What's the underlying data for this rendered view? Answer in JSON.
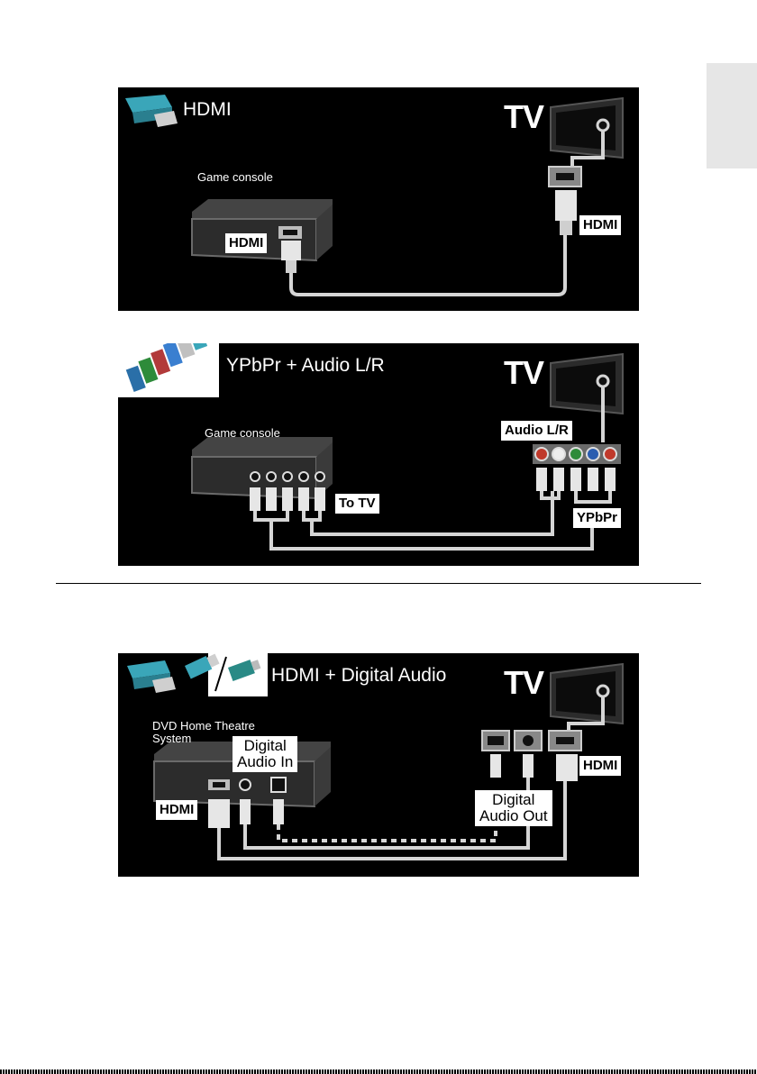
{
  "diagrams": [
    {
      "title": "HDMI",
      "tv_label": "TV",
      "device_label": "Game console",
      "device_tag": "HDMI",
      "tv_tag": "HDMI"
    },
    {
      "title": "YPbPr + Audio L/R",
      "tv_label": "TV",
      "device_label": "Game console",
      "device_tag": "To TV",
      "tv_audio_tag": "Audio L/R",
      "tv_video_tag": "YPbPr"
    },
    {
      "title": "HDMI + Digital Audio",
      "tv_label": "TV",
      "device_label_line1": "DVD Home Theatre",
      "device_label_line2": "System",
      "device_tag": "HDMI",
      "audio_in_line1": "Digital",
      "audio_in_line2": "Audio In",
      "audio_out_line1": "Digital",
      "audio_out_line2": "Audio Out",
      "tv_tag": "HDMI"
    }
  ],
  "colors": {
    "cable": "#d5d5d5",
    "port_red": "#c0392b",
    "port_green": "#2e8b3a",
    "port_blue": "#2a5db0"
  }
}
